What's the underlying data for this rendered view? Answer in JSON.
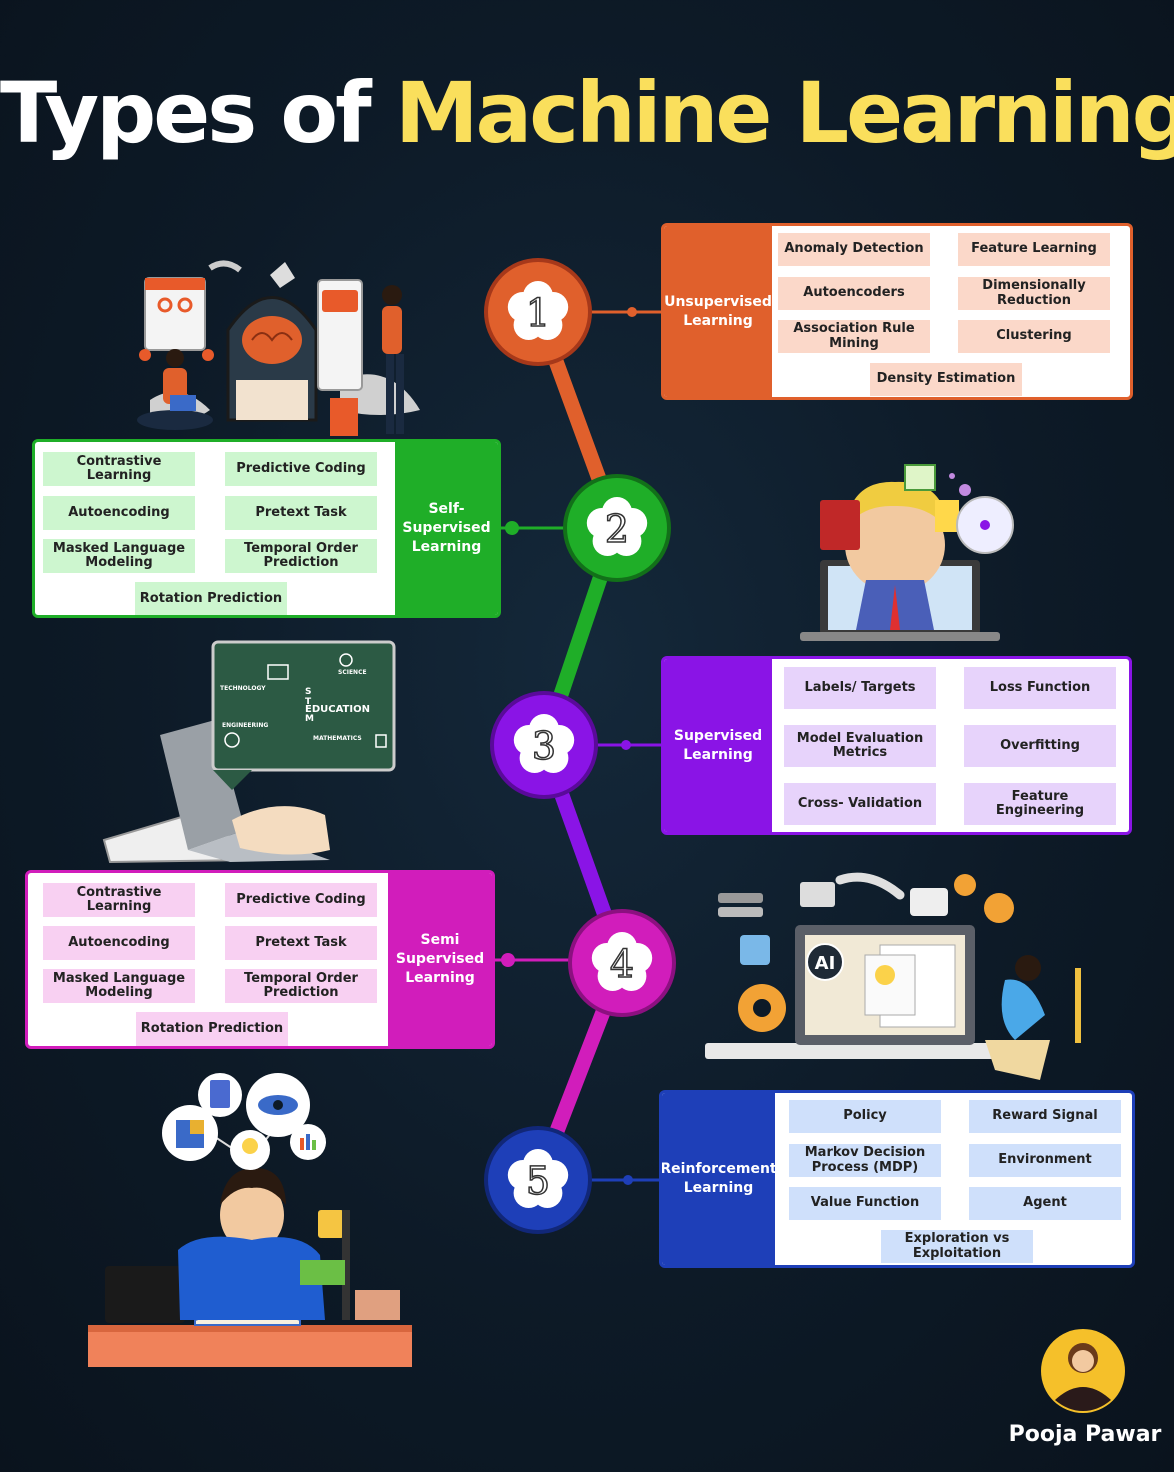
{
  "title": {
    "part1": "Types of ",
    "part2": "Machine Learning"
  },
  "colors": {
    "background": "#0d1a27",
    "title_accent": "#fadf5c",
    "unsupervised": "#e0602c",
    "self_supervised": "#1fae28",
    "supervised": "#8a14e6",
    "semi_supervised": "#d11dbb",
    "reinforcement": "#1e3fb8"
  },
  "nodes": [
    {
      "number": "1",
      "color": "#e0602c"
    },
    {
      "number": "2",
      "color": "#1fae28"
    },
    {
      "number": "3",
      "color": "#8a14e6"
    },
    {
      "number": "4",
      "color": "#d11dbb"
    },
    {
      "number": "5",
      "color": "#1e3fb8"
    }
  ],
  "unsupervised": {
    "label": [
      "Unsupervised",
      "Learning"
    ],
    "items": [
      "Anomaly Detection",
      "Feature Learning",
      "Autoencoders",
      "Dimensionally Reduction",
      "Association Rule Mining",
      "Clustering",
      "Density Estimation"
    ]
  },
  "self_supervised": {
    "label": [
      "Self-",
      "Supervised",
      "Learning"
    ],
    "items": [
      "Contrastive Learning",
      "Predictive Coding",
      "Autoencoding",
      "Pretext Task",
      "Masked Language Modeling",
      "Temporal Order Prediction",
      "Rotation Prediction"
    ]
  },
  "supervised": {
    "label": [
      "Supervised",
      "Learning"
    ],
    "items": [
      "Labels/ Targets",
      "Loss Function",
      "Model Evaluation Metrics",
      "Overfitting",
      "Cross- Validation",
      "Feature Engineering"
    ]
  },
  "semi_supervised": {
    "label": [
      "Semi",
      "Supervised",
      "Learning"
    ],
    "items": [
      "Contrastive Learning",
      "Predictive Coding",
      "Autoencoding",
      "Pretext Task",
      "Masked Language Modeling",
      "Temporal Order Prediction",
      "Rotation Prediction"
    ]
  },
  "reinforcement": {
    "label": [
      "Reinforcement",
      "Learning"
    ],
    "items": [
      "Policy",
      "Reward Signal",
      "Markov Decision Process (MDP)",
      "Environment",
      "Value Function",
      "Agent",
      "Exploration vs Exploitation"
    ]
  },
  "illustrations": {
    "chalkboard": {
      "technology": "TECHNOLOGY",
      "science": "SCIENCE",
      "education": "EDUCATION",
      "engineering": "ENGINEERING",
      "mathematics": "MATHEMATICS",
      "stem": [
        "S",
        "T",
        "M"
      ]
    },
    "ai_badge": "AI"
  },
  "author": {
    "name": "Pooja Pawar"
  }
}
